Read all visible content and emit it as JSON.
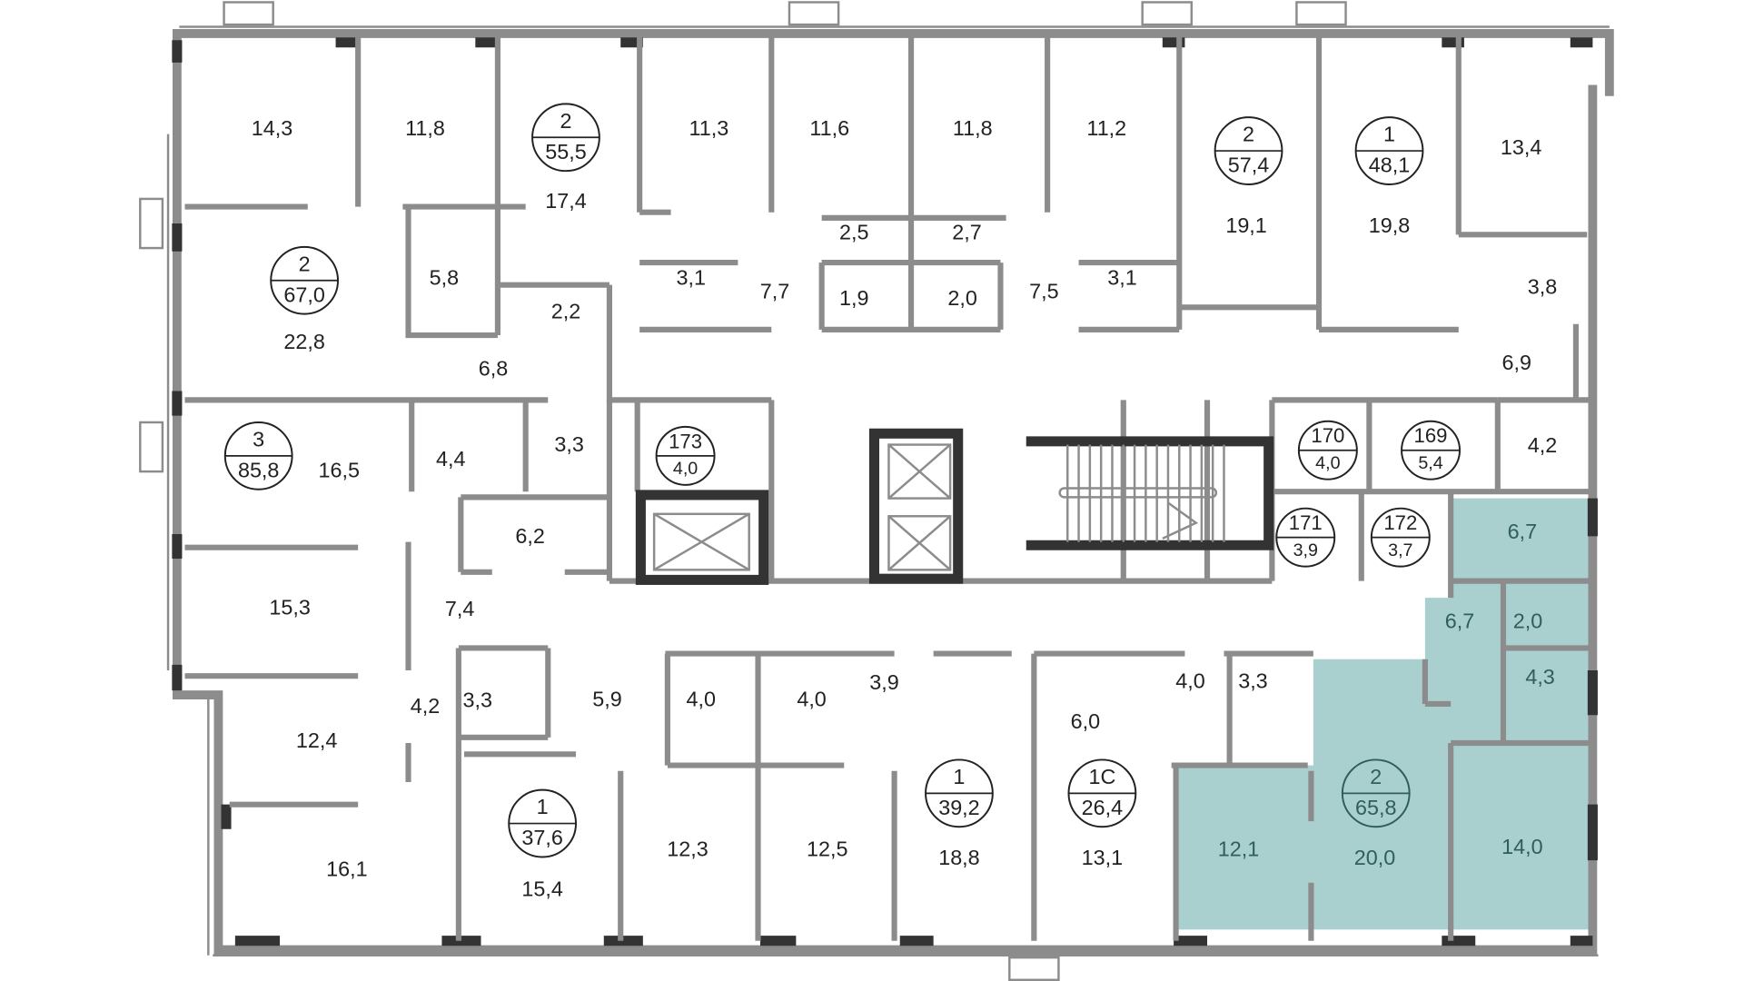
{
  "colors": {
    "highlight": "#a9d0cf",
    "wall": "#8c8c8c",
    "dark_wall": "#333333",
    "highlight_text": "#2f5e5b"
  },
  "markers": [
    {
      "rooms": "2",
      "area": "55,5"
    },
    {
      "rooms": "2",
      "area": "57,4"
    },
    {
      "rooms": "1",
      "area": "48,1"
    },
    {
      "rooms": "2",
      "area": "67,0"
    },
    {
      "rooms": "3",
      "area": "85,8"
    },
    {
      "rooms": "173",
      "area": "4,0"
    },
    {
      "rooms": "1",
      "area": "37,6"
    },
    {
      "rooms": "1",
      "area": "39,2"
    },
    {
      "rooms": "1С",
      "area": "26,4"
    },
    {
      "rooms": "170",
      "area": "4,0"
    },
    {
      "rooms": "169",
      "area": "5,4"
    },
    {
      "rooms": "171",
      "area": "3,9"
    },
    {
      "rooms": "172",
      "area": "3,7"
    },
    {
      "rooms": "2",
      "area": "65,8"
    }
  ],
  "rooms": [
    "14,3",
    "11,8",
    "17,4",
    "11,3",
    "11,6",
    "11,8",
    "11,2",
    "19,1",
    "19,8",
    "13,4",
    "5,8",
    "2,2",
    "3,1",
    "7,7",
    "2,5",
    "2,7",
    "1,9",
    "2,0",
    "7,5",
    "3,1",
    "3,8",
    "6,9",
    "4,2",
    "22,8",
    "6,8",
    "16,5",
    "4,4",
    "3,3",
    "6,2",
    "15,3",
    "7,4",
    "12,4",
    "4,2",
    "3,3",
    "16,1",
    "5,9",
    "4,0",
    "4,0",
    "3,9",
    "15,4",
    "12,3",
    "12,5",
    "18,8",
    "6,0",
    "4,0",
    "3,3",
    "13,1",
    "6,7",
    "6,7",
    "2,0",
    "4,3",
    "12,1",
    "20,0",
    "14,0"
  ]
}
